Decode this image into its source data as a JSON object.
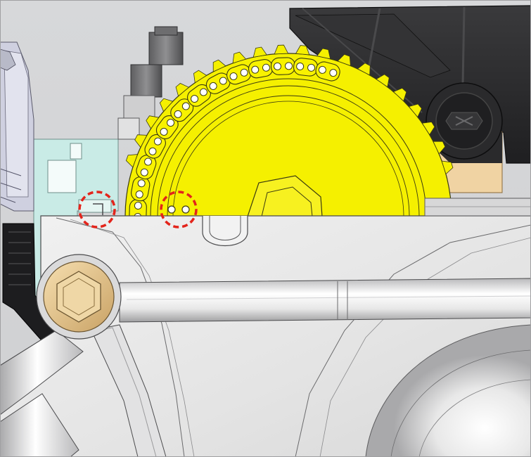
{
  "figure": {
    "view": "engine-front-timing-cover-cad",
    "parts": [
      "timing-sprocket",
      "timing-chain",
      "chain-tensioner-arm",
      "tensioner-pivot-bolt",
      "sprocket-center-nut",
      "cover-bolt",
      "timing-cover",
      "engine-block-flange",
      "oil-pipe",
      "stud-bolts",
      "wiring-harness"
    ],
    "callouts": [
      {
        "id": "alignment-mark-cover",
        "style": "red-dashed-circle"
      },
      {
        "id": "alignment-mark-sprocket",
        "style": "red-dashed-circle"
      }
    ],
    "colors": {
      "background": "#d6d7d9",
      "sprocket": "#f5f000",
      "chain_plate": "#f8f200",
      "metal_light": "#ececec",
      "metal_mid": "#cfcfd0",
      "tensioner": "#2b2b2d",
      "bolt": "#e8c88c",
      "block": "#c9ebe6",
      "callout": "#e3241b"
    }
  }
}
